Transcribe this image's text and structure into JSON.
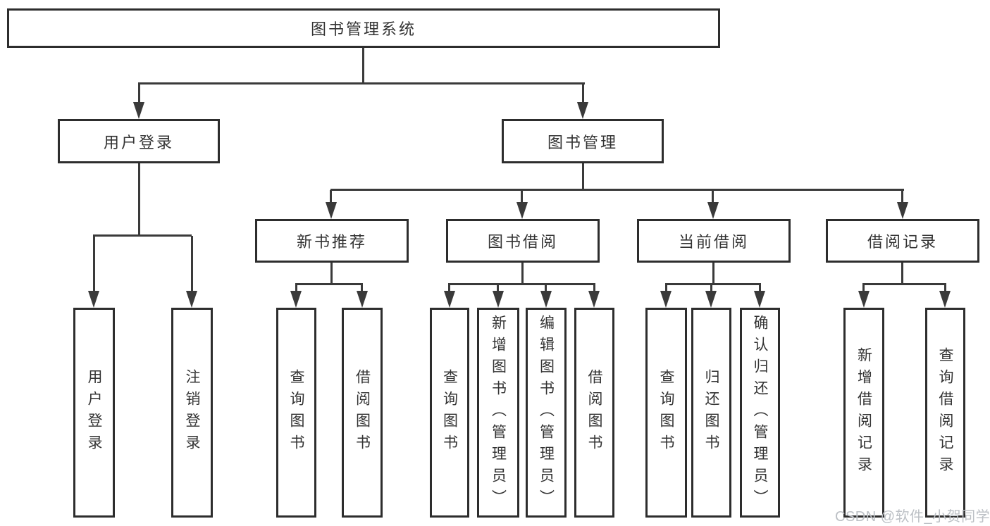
{
  "diagram": {
    "root": {
      "label": "图书管理系统"
    },
    "branches": [
      {
        "label": "用户登录",
        "children": [
          {
            "label": "用户登录"
          },
          {
            "label": "注销登录"
          }
        ]
      },
      {
        "label": "图书管理",
        "children": [
          {
            "label": "新书推荐",
            "children": [
              {
                "label": "查询图书"
              },
              {
                "label": "借阅图书"
              }
            ]
          },
          {
            "label": "图书借阅",
            "children": [
              {
                "label": "查询图书"
              },
              {
                "label": "新增图书（管理员）"
              },
              {
                "label": "编辑图书（管理员）"
              },
              {
                "label": "借阅图书"
              }
            ]
          },
          {
            "label": "当前借阅",
            "children": [
              {
                "label": "查询图书"
              },
              {
                "label": "归还图书"
              },
              {
                "label": "确认归还（管理员）"
              }
            ]
          },
          {
            "label": "借阅记录",
            "children": [
              {
                "label": "新增借阅记录"
              },
              {
                "label": "查询借阅记录"
              }
            ]
          }
        ]
      }
    ],
    "watermark": "CSDN @软件_小贺同学",
    "colors": {
      "line": "#3a3a3a",
      "box_border": "#2d2d2d",
      "text": "#333333",
      "watermark": "#bcc0c5",
      "background": "#ffffff"
    }
  }
}
